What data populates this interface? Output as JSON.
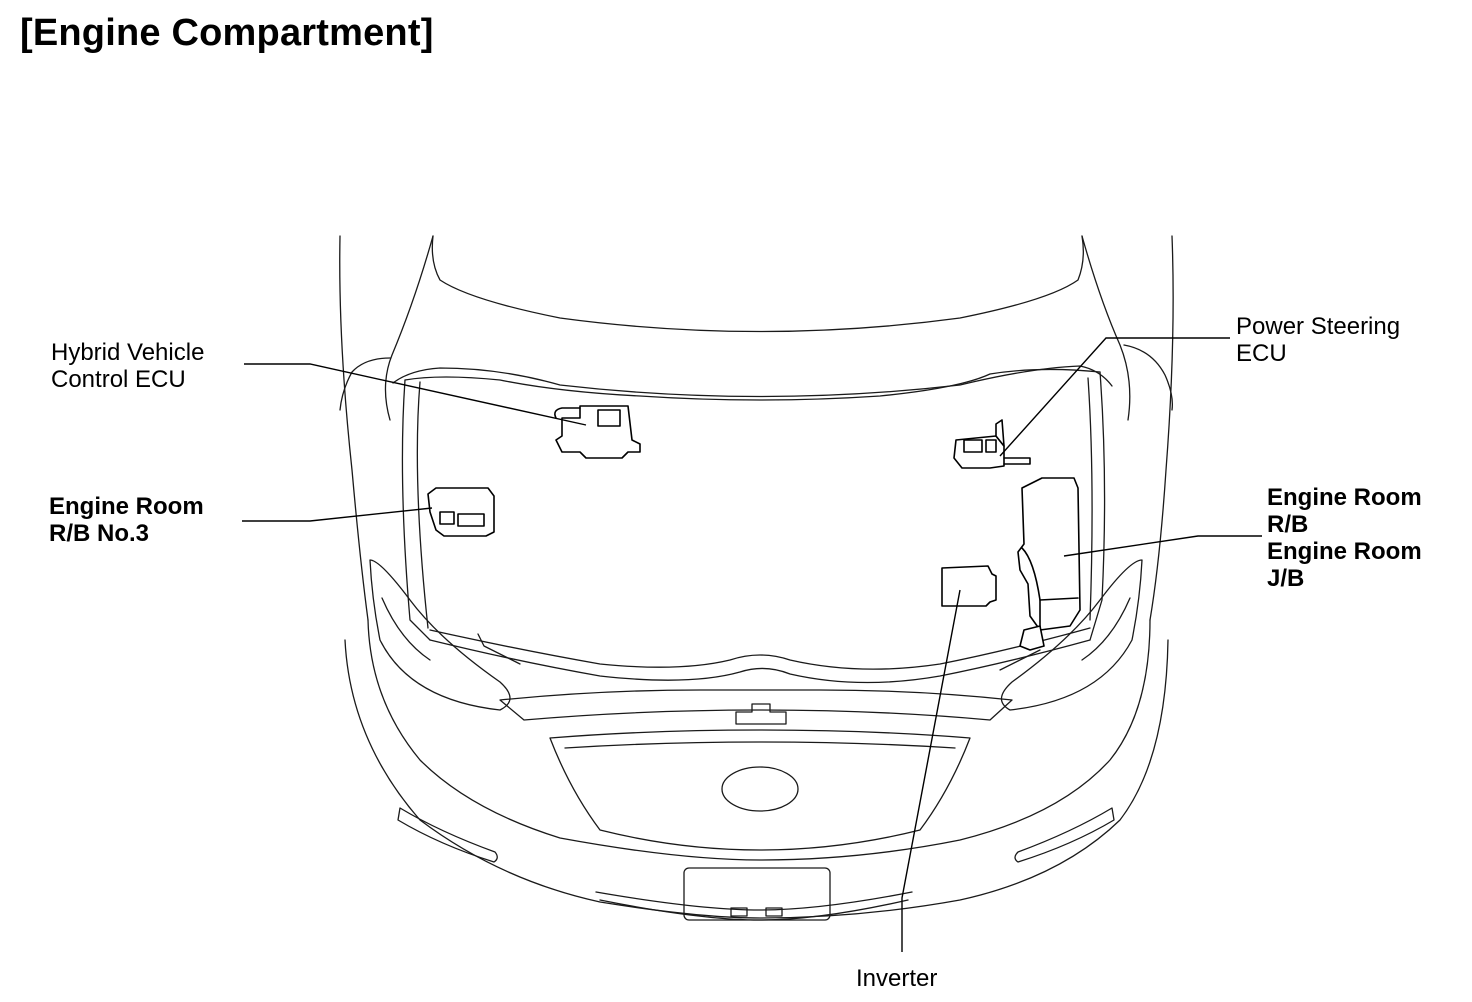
{
  "title": "[Engine Compartment]",
  "labels": {
    "hybrid_ecu": [
      "Hybrid Vehicle",
      "Control ECU"
    ],
    "engine_room_rb3": [
      "Engine Room",
      "R/B No.3"
    ],
    "power_steering_ecu": [
      "Power Steering",
      "ECU"
    ],
    "engine_room_rb_jb": [
      "Engine Room",
      "R/B",
      "Engine Room",
      "J/B"
    ],
    "inverter": "Inverter"
  }
}
